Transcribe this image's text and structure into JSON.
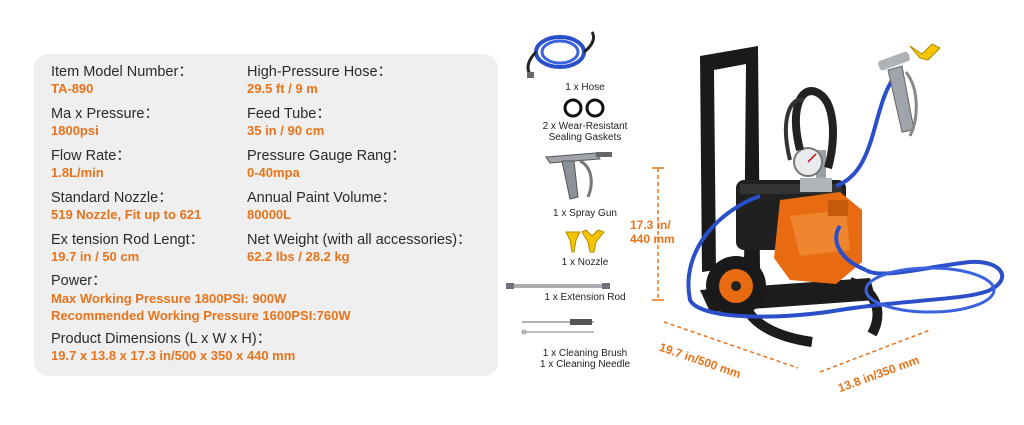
{
  "specs": {
    "model": {
      "label": "Item Model Number：",
      "value": "TA-890"
    },
    "hose": {
      "label": "High-Pressure Hose：",
      "value": "29.5 ft / 9 m"
    },
    "max_pressure": {
      "label": "Ma x Pressure：",
      "value": "1800psi"
    },
    "feed_tube": {
      "label": "Feed Tube：",
      "value": "35 in / 90 cm"
    },
    "flow_rate": {
      "label": "Flow Rate：",
      "value": "1.8L/min"
    },
    "gauge": {
      "label": "Pressure Gauge Rang：",
      "value": "0-40mpa"
    },
    "nozzle": {
      "label": "Standard Nozzle：",
      "value": "519 Nozzle, Fit up to 621"
    },
    "paint_volume": {
      "label": "Annual Paint Volume：",
      "value": "80000L"
    },
    "rod": {
      "label": "Ex tension Rod Lengt：",
      "value": "19.7 in / 50 cm"
    },
    "weight": {
      "label": "Net Weight (with all accessories)：",
      "value": "62.2 lbs / 28.2 kg"
    },
    "power": {
      "label": "Power：",
      "line1": "Max Working Pressure 1800PSI: 900W",
      "line2": "Recommended Working Pressure 1600PSI:760W"
    },
    "dimensions": {
      "label": "Product Dimensions (L x W x H)：",
      "value": "19.7 x 13.8 x 17.3 in/500 x 350 x 440 mm"
    }
  },
  "accessories": {
    "hose": "1 x Hose",
    "gaskets_line1": "2 x Wear-Resistant",
    "gaskets_line2": "Sealing Gaskets",
    "gun": "1 x Spray Gun",
    "nozzle": "1 x Nozzle",
    "rod": "1 x Extension Rod",
    "brush": "1 x Cleaning Brush",
    "needle": "1 x Cleaning Needle"
  },
  "dimensions_overlay": {
    "height_line1": "17.3 in/",
    "height_line2": "440 mm",
    "length": "19.7 in/500 mm",
    "width": "13.8 in/350 mm"
  },
  "colors": {
    "accent": "#e8731a",
    "panel": "#efefef",
    "text": "#2a2a2a",
    "hose_blue": "#2a4fc9"
  }
}
